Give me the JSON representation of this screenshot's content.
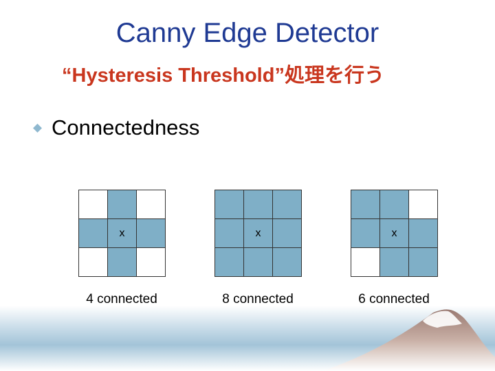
{
  "title": "Canny Edge Detector",
  "subtitle": "“Hysteresis Threshold”処理を行う",
  "bullet": {
    "text": "Connectedness",
    "icon": "diamond-bullet-icon"
  },
  "colors": {
    "title": "#1f3a93",
    "subtitle": "#c9361e",
    "filled_cell": "#7fafc7",
    "empty_cell": "#ffffff"
  },
  "grids": [
    {
      "center_label": "x",
      "caption": "4 connected",
      "cells": [
        0,
        1,
        0,
        1,
        1,
        1,
        0,
        1,
        0
      ]
    },
    {
      "center_label": "x",
      "caption": "8 connected",
      "cells": [
        1,
        1,
        1,
        1,
        1,
        1,
        1,
        1,
        1
      ]
    },
    {
      "center_label": "x",
      "caption": "6 connected",
      "cells": [
        1,
        1,
        0,
        1,
        1,
        1,
        0,
        1,
        1
      ]
    }
  ]
}
